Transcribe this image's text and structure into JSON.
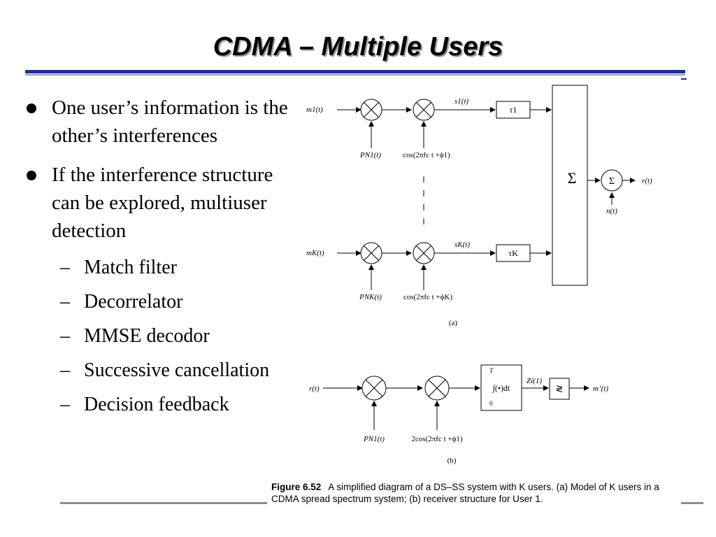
{
  "title": "CDMA – Multiple Users",
  "bullets": [
    {
      "text": "One user’s information is the other’s interferences"
    },
    {
      "text": "If the interference structure can be explored, multiuser detection"
    }
  ],
  "sub_bullets": [
    {
      "text": "Match filter"
    },
    {
      "text": "Decorrelator"
    },
    {
      "text": "MMSE decodor"
    },
    {
      "text": "Successive cancellation"
    },
    {
      "text": "Decision feedback"
    }
  ],
  "figure": {
    "caption_label": "Figure 6.52",
    "caption_text": "A simplified diagram of a DS–SS system with K users. (a) Model of K users in a CDMA spread spectrum system; (b) receiver structure for User 1.",
    "panel_a": {
      "label": "(a)",
      "input_1": "m1(t)",
      "input_k": "mK(t)",
      "pn_1": "PN1(t)",
      "pn_k": "PNK(t)",
      "carrier_1": "cos(2πfc t +ϕ1)",
      "carrier_k": "cos(2πfc t +ϕK)",
      "signal_1": "s1(t)",
      "signal_k": "sK(t)",
      "delay_1": "τ1",
      "delay_k": "τK",
      "sum_big": "Σ",
      "sum_small": "Σ",
      "noise": "n(t)",
      "output": "r(t)"
    },
    "panel_b": {
      "label": "(b)",
      "input": "r(t)",
      "pn": "PN1(t)",
      "carrier": "2cos(2πfc t +ϕ1)",
      "integrator_upper": "T",
      "integrator_lower": "0",
      "integrator_body": "∫(•)dt",
      "decision_stat": "Zi(1)",
      "comparator": "≷",
      "output": "m’(t)"
    }
  }
}
